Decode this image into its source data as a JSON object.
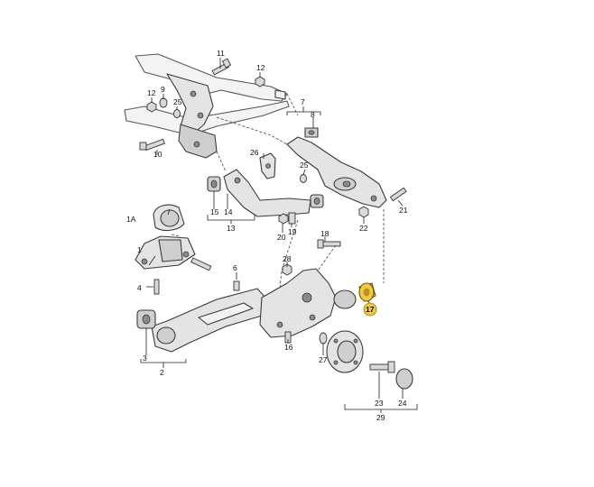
{
  "diagram": {
    "callouts": {
      "c1": "1",
      "c1a": "1A",
      "c2": "2",
      "c3": "3",
      "c4": "4",
      "c6": "6",
      "c7": "7",
      "c8": "8",
      "c9": "9",
      "c10": "10",
      "c11": "11",
      "c12a": "12",
      "c12b": "12",
      "c13": "13",
      "c14": "14",
      "c15": "15",
      "c16": "16",
      "c17": "17",
      "c18": "18",
      "c19": "19",
      "c20": "20",
      "c21": "21",
      "c22": "22",
      "c23": "23",
      "c24": "24",
      "c25a": "25",
      "c25b": "25",
      "c26": "26",
      "c27": "27",
      "c28": "28",
      "c29": "29"
    },
    "highlighted_part": "17",
    "highlight_color": "#f3c842"
  }
}
